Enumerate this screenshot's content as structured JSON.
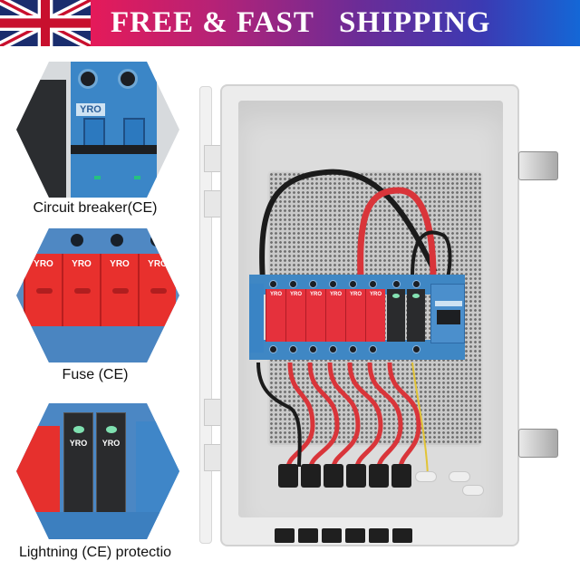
{
  "banner": {
    "text": "FREE & FAST   SHIPPING",
    "flag": "uk-flag-icon",
    "gradient_colors": [
      "#e51a59",
      "#6b2c97",
      "#1467d6"
    ]
  },
  "features": [
    {
      "label": "Circuit breaker(CE)",
      "brand": "YRO",
      "icon": "circuit-breaker-image"
    },
    {
      "label": "Fuse (CE)",
      "brand": "YRO",
      "icon": "fuse-image"
    },
    {
      "label": "Lightning (CE) protectio",
      "brand": "YRO",
      "icon": "surge-protector-image"
    }
  ],
  "product": {
    "type": "combiner-box-image",
    "fuse_modules": 6,
    "surge_protectors": 2,
    "circuit_breakers": 1,
    "input_connectors": 6,
    "module_brand": "YRO",
    "colors": {
      "enclosure": "#ececec",
      "din_blue": "#3f87c4",
      "fuse_red": "#e5313c",
      "cable_red": "#d9353a",
      "cable_black": "#1b1b1b",
      "ground_yellow": "#e2c436"
    }
  }
}
